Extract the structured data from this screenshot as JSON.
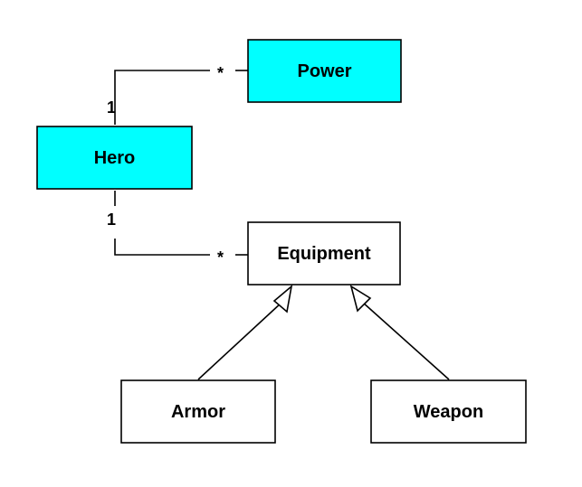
{
  "colors": {
    "highlight_fill": "#00ffff",
    "plain_fill": "#ffffff",
    "stroke": "#000000"
  },
  "classes": {
    "power": {
      "label": "Power",
      "highlighted": true
    },
    "hero": {
      "label": "Hero",
      "highlighted": true
    },
    "equipment": {
      "label": "Equipment",
      "highlighted": false
    },
    "armor": {
      "label": "Armor",
      "highlighted": false
    },
    "weapon": {
      "label": "Weapon",
      "highlighted": false
    }
  },
  "associations": {
    "hero_power": {
      "source_multiplicity": "1",
      "target_multiplicity": "*"
    },
    "hero_equipment": {
      "source_multiplicity": "1",
      "target_multiplicity": "*"
    }
  },
  "generalizations": [
    {
      "child": "Armor",
      "parent": "Equipment"
    },
    {
      "child": "Weapon",
      "parent": "Equipment"
    }
  ]
}
